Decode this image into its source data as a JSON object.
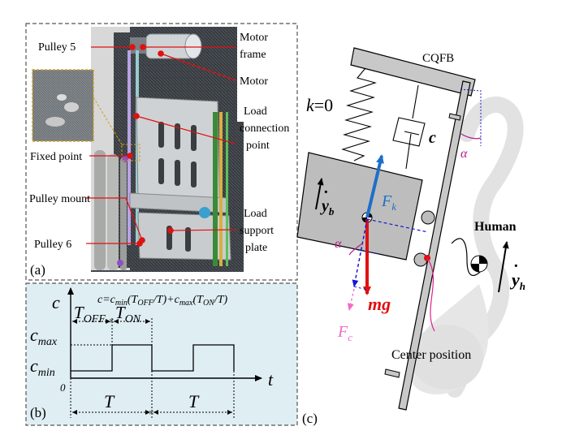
{
  "panel_a": {
    "tag": "(a)",
    "labels": {
      "pulley5": "Pulley 5",
      "motor_frame_1": "Motor",
      "motor_frame_2": "frame",
      "motor": "Motor",
      "load_conn_1": "Load",
      "load_conn_2": "connection",
      "load_conn_3": "point",
      "fixed_point": "Fixed point",
      "pulley_mount": "Pulley mount",
      "load_support_1": "Load",
      "load_support_2": "support",
      "load_support_3": "plate",
      "pulley6": "Pulley 6"
    }
  },
  "panel_b": {
    "tag": "(b)",
    "y_axis": "c",
    "x_axis": "t",
    "origin": "0",
    "c_max": "max",
    "c_min": "min",
    "equation": {
      "c": "c",
      "eq": "=",
      "cmin": "min",
      "toff_open": "(T",
      "off_sub": "OFF",
      "slash1": "/T)+",
      "cmax": "max",
      "ton_open": "(T",
      "on_sub": "ON",
      "slash2": "/T)"
    },
    "t_off": "OFF",
    "t_on": "ON",
    "period": "T",
    "waveform_levels": [
      0,
      1,
      0,
      1,
      0
    ]
  },
  "panel_c": {
    "tag": "(c)",
    "cqfb": "CQFB",
    "spring_k": "k",
    "spring_eq": "=0",
    "damper_c": "c",
    "alpha": "α",
    "y_b": "y",
    "y_b_sub": "b",
    "f_k": "F",
    "f_k_sub": "k",
    "mg": "mg",
    "f_c": "F",
    "f_c_sub": "c",
    "human": "Human",
    "y_h": "y",
    "y_h_sub": "h",
    "center_position": "Center position"
  },
  "colors": {
    "panel_b_bg": "#dfeef3",
    "label_red": "#e01010",
    "arrow_blue": "#1e6fc8",
    "arrow_pink": "#f06ac8",
    "alpha_magenta": "#b0208a",
    "dashed_blue": "#1818d0"
  }
}
